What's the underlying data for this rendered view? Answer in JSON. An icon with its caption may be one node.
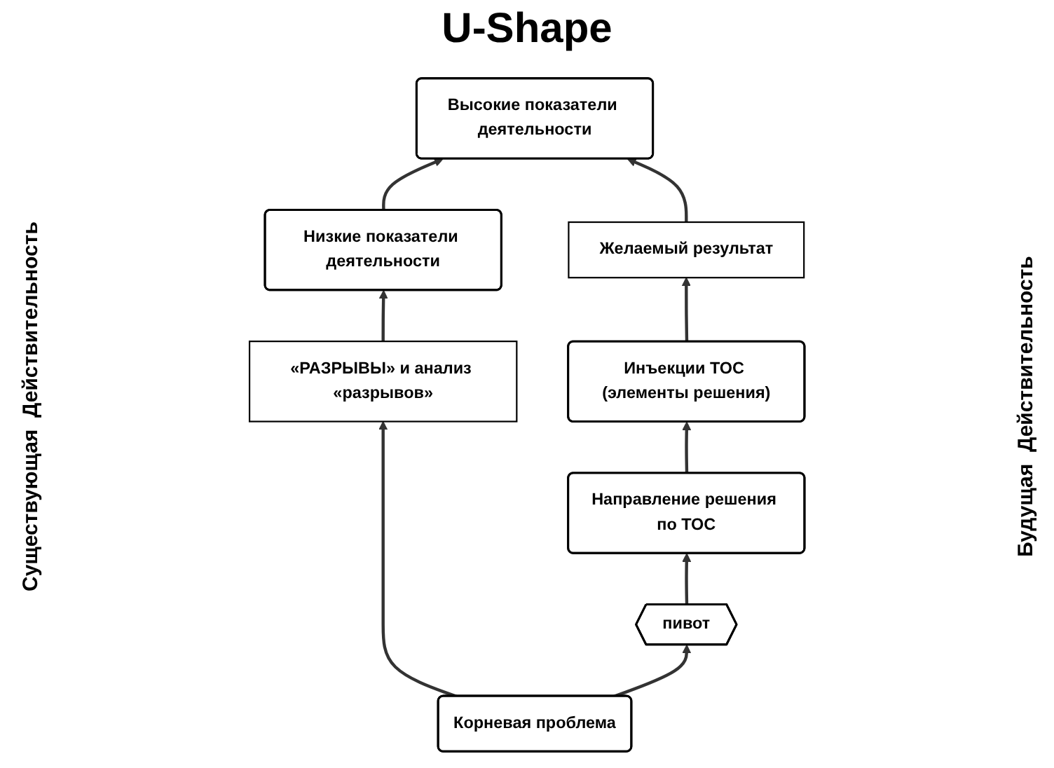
{
  "diagram": {
    "title": "U-Shape",
    "nodes": [
      {
        "text": [
          "Низкие показатели деятельности"
        ]
      },
      {
        "text": [
          "Высокие показатели деятельности"
        ]
      },
      {
        "text": [
          "«РАЗРЫВЫ» и анализ «разрывов»"
        ]
      },
      {
        "text": [
          "Желаемый результат"
        ]
      },
      {
        "text": [
          "Инъекции ТОС (элементы решения)"
        ]
      },
      {
        "text": [
          "Корневая проблема"
        ]
      },
      {
        "text": [
          "пивот"
        ]
      },
      {
        "text": [
          "Направление решения по ТОС"
        ]
      }
    ],
    "edges": [
      {
        "from": 0,
        "to": 1,
        "arrow": "to"
      },
      {
        "from": 2,
        "to": 0,
        "arrow": "to"
      },
      {
        "from": 5,
        "to": 2,
        "arrow": "to"
      },
      {
        "from": 5,
        "to": 6,
        "arrow": "to"
      },
      {
        "from": 6,
        "to": 7,
        "arrow": "to"
      },
      {
        "from": 7,
        "to": 4,
        "arrow": "to"
      },
      {
        "from": 4,
        "to": 3,
        "arrow": "to"
      },
      {
        "from": 3,
        "to": 1,
        "arrow": "to"
      }
    ],
    "labels": [
      "Существующая  Действительность",
      "Будущая  Действительность"
    ]
  }
}
